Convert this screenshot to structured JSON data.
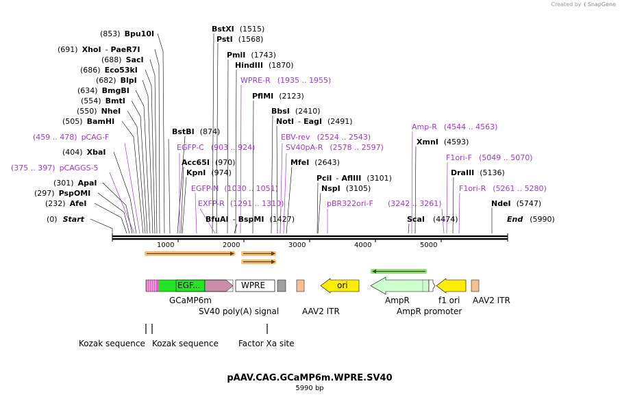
{
  "credit": {
    "prefix": "Created by",
    "brand": "SnapGene"
  },
  "title": "pAAV.CAG.GCaMP6m.WPRE.SV40",
  "length_label": "5990 bp",
  "ruler": {
    "ticks": [
      "1000",
      "2000",
      "3000",
      "4000",
      "5000"
    ]
  },
  "sites_left": [
    {
      "pos": "(853)",
      "name": "Bpu10I"
    },
    {
      "pos": "(691)",
      "name": "XhoI",
      "name2": "PaeR7I"
    },
    {
      "pos": "(688)",
      "name": "SacI"
    },
    {
      "pos": "(686)",
      "name": "Eco53kI"
    },
    {
      "pos": "(682)",
      "name": "BlpI"
    },
    {
      "pos": "(634)",
      "name": "BmgBI"
    },
    {
      "pos": "(554)",
      "name": "BmtI"
    },
    {
      "pos": "(550)",
      "name": "NheI"
    },
    {
      "pos": "(505)",
      "name": "BamHI"
    },
    {
      "pos": "(404)",
      "name": "XbaI"
    },
    {
      "pos": "(301)",
      "name": "ApaI"
    },
    {
      "pos": "(297)",
      "name": "PspOMI"
    },
    {
      "pos": "(232)",
      "name": "AfeI"
    },
    {
      "pos": "(0)",
      "name": "Start"
    }
  ],
  "sites_mid": [
    {
      "name": "BstXI",
      "pos": "(1515)"
    },
    {
      "name": "PstI",
      "pos": "(1568)"
    },
    {
      "name": "PmlI",
      "pos": "(1743)"
    },
    {
      "name": "HindIII",
      "pos": "(1870)"
    },
    {
      "name": "PflMI",
      "pos": "(2123)"
    },
    {
      "name": "BbsI",
      "pos": "(2410)"
    },
    {
      "name": "NotI",
      "name2": "EagI",
      "pos": "(2491)"
    },
    {
      "name": "BstBI",
      "pos": "(874)"
    },
    {
      "name": "Acc65I",
      "pos": "(970)"
    },
    {
      "name": "KpnI",
      "pos": "(974)"
    },
    {
      "name": "MfeI",
      "pos": "(2643)"
    },
    {
      "name": "PciI",
      "name2": "AflIII",
      "pos": "(3101)"
    },
    {
      "name": "NspI",
      "pos": "(3105)"
    },
    {
      "name": "BfuAI",
      "name2": "BspMI",
      "pos": "(1427)"
    }
  ],
  "sites_right": [
    {
      "name": "XmnI",
      "pos": "(4593)"
    },
    {
      "name": "DraIII",
      "pos": "(5136)"
    },
    {
      "name": "NdeI",
      "pos": "(5747)"
    },
    {
      "name": "ScaI",
      "pos": "(4474)"
    },
    {
      "name": "End",
      "pos": "(5990)"
    }
  ],
  "primers": [
    {
      "name": "pCAG-F",
      "range": "(459 .. 478)"
    },
    {
      "name": "pCAGGS-5",
      "range": "(375 .. 397)"
    },
    {
      "name": "WPRE-R",
      "range": "(1935 .. 1955)"
    },
    {
      "name": "EGFP-C",
      "range": "(903 .. 924)"
    },
    {
      "name": "EBV-rev",
      "range": "(2524 .. 2543)"
    },
    {
      "name": "SV40pA-R",
      "range": "(2578 .. 2597)"
    },
    {
      "name": "EGFP-N",
      "range": "(1030 .. 1051)"
    },
    {
      "name": "EXFP-R",
      "range": "(1291 .. 1310)"
    },
    {
      "name": "pBR322ori-F",
      "range": ""
    },
    {
      "name": "Amp-R",
      "range": "(4544 .. 4563)"
    },
    {
      "name": "F1ori-F",
      "range": "(5049 .. 5070)"
    },
    {
      "name": "F1ori-R",
      "range": "(5261 .. 5280)"
    },
    {
      "name": "",
      "range": "(3242 .. 3261)"
    }
  ],
  "features": {
    "gcamp_box": "EGF...",
    "gcamp": "GCaMP6m",
    "wpre": "WPRE",
    "sv40": "SV40 poly(A) signal",
    "itr1": "AAV2 ITR",
    "ori": "ori",
    "ampr": "AmpR",
    "ampr_promoter": "AmpR promoter",
    "f1ori": "f1 ori",
    "itr2": "AAV2 ITR",
    "kozak1": "Kozak sequence",
    "kozak2": "Kozak sequence",
    "factor_xa": "Factor Xa site"
  },
  "colors": {
    "enzyme": "#000000",
    "primer": "#a236d8",
    "orf_orange": "#f0a030",
    "orf_green": "#5ab030",
    "gcamp_green": "#22e622",
    "gcamp_mauve": "#c98fa8",
    "ori_yellow": "#ffee00",
    "ampr_green": "#ccffcc",
    "itr_peach": "#f6c094",
    "sv40_gray": "#a0a0a0"
  }
}
